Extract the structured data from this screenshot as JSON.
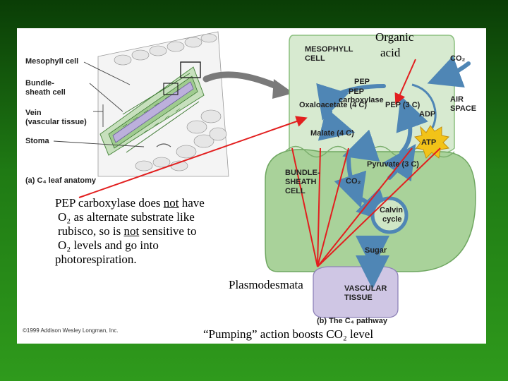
{
  "left_labels": {
    "mesophyll": "Mesophyll cell",
    "bundle_sheath_1": "Bundle-",
    "bundle_sheath_2": "sheath cell",
    "vein_1": "Vein",
    "vein_2": "(vascular tissue)",
    "stoma": "Stoma",
    "caption_a": "(a) C₄ leaf anatomy"
  },
  "pathway": {
    "mesophyll_1": "MESOPHYLL",
    "mesophyll_2": "CELL",
    "co2_top": "CO₂",
    "air_1": "AIR",
    "air_2": "SPACE",
    "pep": "PEP",
    "pep_carb_1": "PEP",
    "pep_carb_2": "carboxylase",
    "oxaloacetate": "Oxaloacetate (4 C)",
    "pep3c": "PEP (3 C)",
    "adp": "ADP",
    "atp": "ATP",
    "malate": "Malate (4 C)",
    "pyruvate": "Pyruvate (3 C)",
    "bundle_1": "BUNDLE-",
    "bundle_2": "SHEATH",
    "bundle_3": "CELL",
    "co2_bottom": "CO₂",
    "calvin_1": "Calvin",
    "calvin_2": "cycle",
    "sugar": "Sugar",
    "vascular_1": "VASCULAR",
    "vascular_2": "TISSUE",
    "caption_b": "(b) The C₄ pathway"
  },
  "annotations": {
    "organic_acid_1": "Organic",
    "organic_acid_2": "acid",
    "pep_note_1": "PEP carboxylase does ",
    "pep_note_not1": "not",
    "pep_note_2": " have",
    "pep_note_3": "O₂ as alternate substrate like",
    "pep_note_4": "rubisco, so is ",
    "pep_note_not2": "not",
    "pep_note_5": " sensitive to",
    "pep_note_6": "O₂ levels and go into",
    "pep_note_7": "photorespiration.",
    "plasmodesmata": "Plasmodesmata",
    "pumping": "“Pumping” action boosts CO₂ level"
  },
  "copyright": "©1999 Addison Wesley Longman, Inc.",
  "colors": {
    "background_green": "#2f9a1c",
    "cell_green": "#cfe6c6",
    "bundle_green": "#a9d29a",
    "arrow_blue": "#4f86b5",
    "atp_yellow": "#f2c318",
    "vascular_purple": "#cfc6e4",
    "pointer_red": "#e21f1f"
  }
}
